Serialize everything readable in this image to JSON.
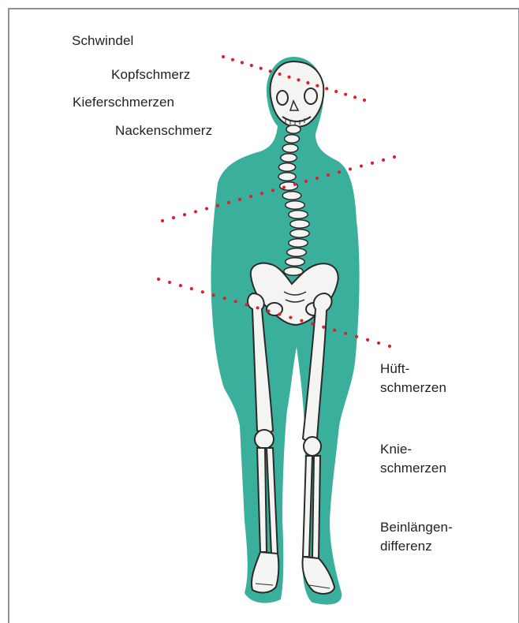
{
  "labels": {
    "schwindel": "Schwindel",
    "kopfschmerz": "Kopfschmerz",
    "kieferschmerzen": "Kieferschmerzen",
    "nackenschmerz": "Nackenschmerz",
    "hueft": [
      "Hüft-",
      "schmerzen"
    ],
    "knie": [
      "Knie-",
      "schmerzen"
    ],
    "bein": [
      "Beinlängen-",
      "differenz"
    ]
  },
  "colors": {
    "silhouette": "#3aaf9c",
    "bone": "#f4f4f2",
    "outline": "#2a2a2a",
    "dots": "#e21e2d",
    "frame": "#8a939b"
  }
}
